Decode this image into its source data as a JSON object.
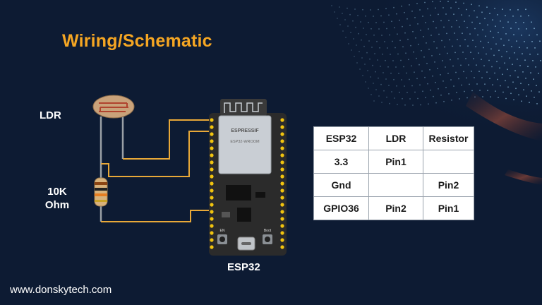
{
  "title": "Wiring/Schematic",
  "labels": {
    "ldr": "LDR",
    "resistor_line1": "10K",
    "resistor_line2": "Ohm",
    "board": "ESP32",
    "module_brand": "ESPRESSIF",
    "module_model": "ESP32-WROOM",
    "button_en": "EN",
    "button_boot": "Boot"
  },
  "footer": "www.donskytech.com",
  "table": {
    "headers": [
      "ESP32",
      "LDR",
      "Resistor"
    ],
    "rows": [
      [
        "3.3",
        "Pin1",
        ""
      ],
      [
        "Gnd",
        "",
        "Pin2"
      ],
      [
        "GPIO36",
        "Pin2",
        "Pin1"
      ]
    ]
  },
  "colors": {
    "background": "#0d1b33",
    "title": "#f5a623",
    "wire": "#e8a838",
    "pin": "#f1c40f",
    "board": "#2b2b2b"
  },
  "icons": [
    "ldr-photoresistor-icon",
    "resistor-icon",
    "esp32-board-icon",
    "usb-port-icon"
  ]
}
